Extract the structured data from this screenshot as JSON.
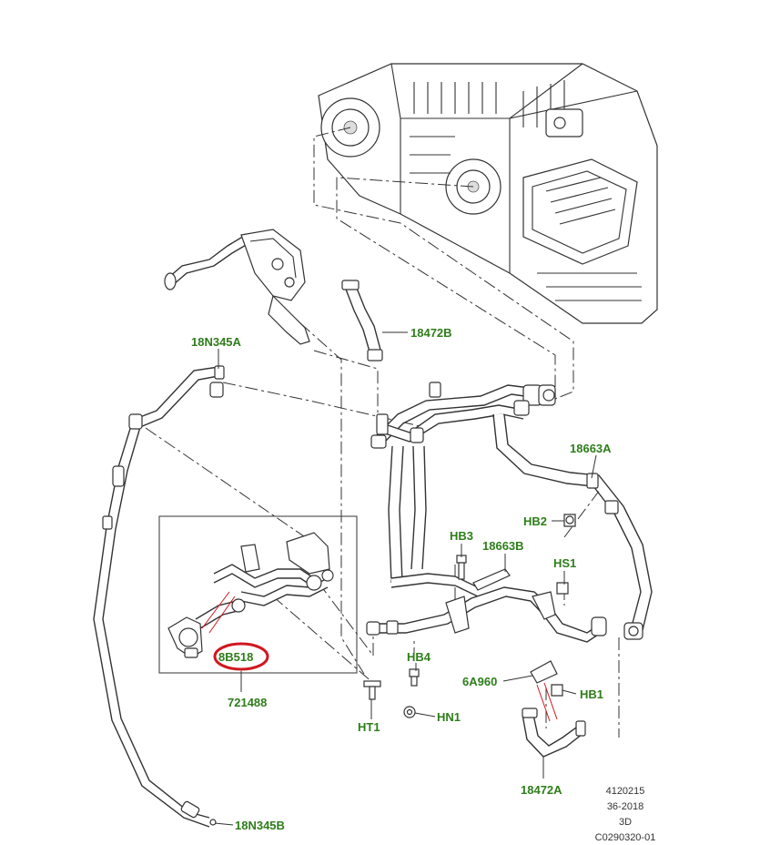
{
  "callouts": {
    "c18N345A": "18N345A",
    "c18472B": "18472B",
    "c18663A": "18663A",
    "cHB2": "HB2",
    "cHB3": "HB3",
    "c18663B": "18663B",
    "cHS1": "HS1",
    "c8B518": "8B518",
    "c721488": "721488",
    "cHB4": "HB4",
    "c6A960": "6A960",
    "cHB1": "HB1",
    "cHT1": "HT1",
    "cHN1": "HN1",
    "c18472A": "18472A",
    "c18N345B": "18N345B"
  },
  "footer": {
    "line1": "4120215",
    "line2": "36-2018",
    "line3": "3D",
    "line4": "C0290320-01"
  },
  "colors": {
    "callout_text": "#2e7d1a",
    "highlight_ring": "#d0171f",
    "line_art": "#333333"
  },
  "highlighted_part": "8B518"
}
